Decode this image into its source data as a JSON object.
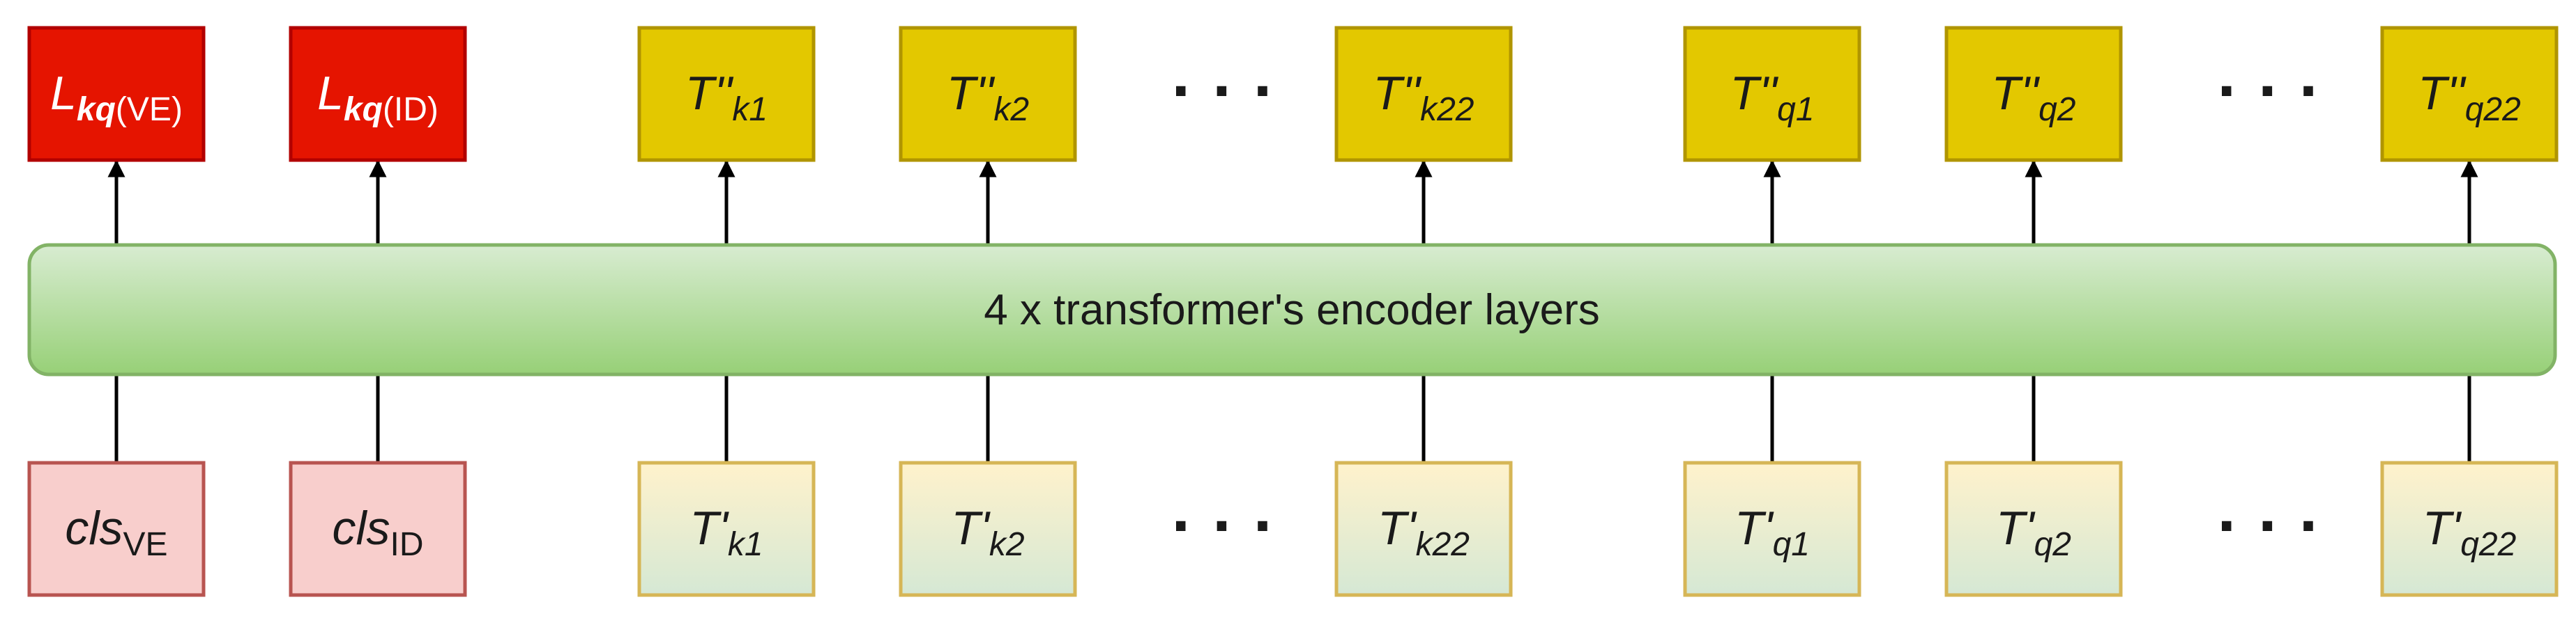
{
  "encoder": {
    "label": "4 x transformer's encoder layers",
    "fill_top": "#d8ecd1",
    "fill_bottom": "#97d077",
    "stroke": "#82b366"
  },
  "colors": {
    "loss_fill": "#e51400",
    "loss_stroke": "#b20000",
    "loss_text": "#ffffff",
    "output_fill": "#e3c800",
    "output_stroke": "#b09500",
    "cls_fill": "#f8cecc",
    "cls_stroke": "#b85450",
    "input_fill_top": "#fff2cc",
    "input_fill_bottom": "#d5e8d4",
    "input_stroke": "#d6b656",
    "text": "#1a1a1a",
    "arrow": "#000000"
  },
  "outputs": [
    {
      "kind": "loss",
      "main": "L",
      "sub": "kq",
      "paren": "(VE)"
    },
    {
      "kind": "loss",
      "main": "L",
      "sub": "kq",
      "paren": "(ID)"
    },
    {
      "kind": "token",
      "main": "T''",
      "sub": "k1"
    },
    {
      "kind": "token",
      "main": "T''",
      "sub": "k2"
    },
    {
      "kind": "ellipsis",
      "text": "· · ·"
    },
    {
      "kind": "token",
      "main": "T''",
      "sub": "k22"
    },
    {
      "kind": "token",
      "main": "T''",
      "sub": "q1"
    },
    {
      "kind": "token",
      "main": "T''",
      "sub": "q2"
    },
    {
      "kind": "ellipsis",
      "text": "· · ·"
    },
    {
      "kind": "token",
      "main": "T''",
      "sub": "q22"
    }
  ],
  "inputs": [
    {
      "kind": "cls",
      "main": "cls",
      "sub": "VE"
    },
    {
      "kind": "cls",
      "main": "cls",
      "sub": "ID"
    },
    {
      "kind": "token",
      "main": "T'",
      "sub": "k1"
    },
    {
      "kind": "token",
      "main": "T'",
      "sub": "k2"
    },
    {
      "kind": "ellipsis",
      "text": "· · ·"
    },
    {
      "kind": "token",
      "main": "T'",
      "sub": "k22"
    },
    {
      "kind": "token",
      "main": "T'",
      "sub": "q1"
    },
    {
      "kind": "token",
      "main": "T'",
      "sub": "q2"
    },
    {
      "kind": "ellipsis",
      "text": "· · ·"
    },
    {
      "kind": "token",
      "main": "T'",
      "sub": "q22"
    }
  ]
}
